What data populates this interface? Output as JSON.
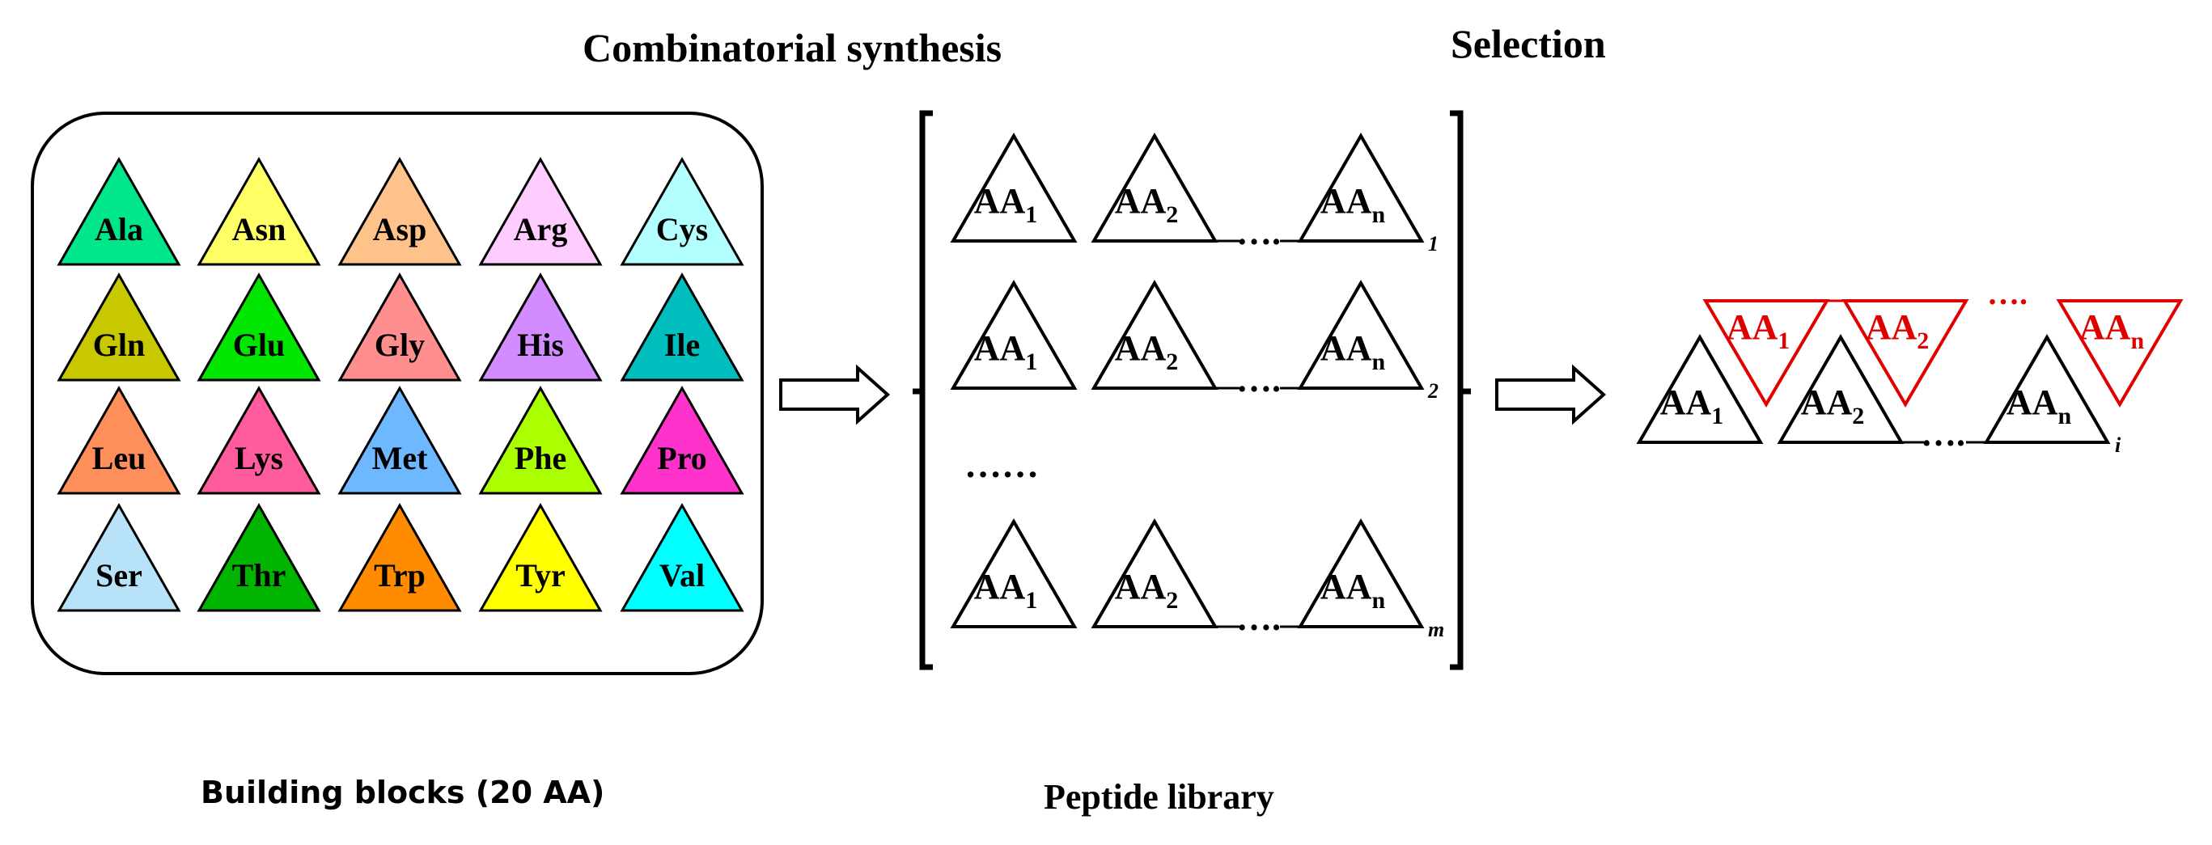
{
  "titles": {
    "synthesis": "Combinatorial synthesis",
    "selection": "Selection"
  },
  "captions": {
    "building_blocks": "Building blocks (20 AA)",
    "library": "Peptide library"
  },
  "amino_acids": [
    {
      "label": "Ala",
      "color": "#00E68A"
    },
    {
      "label": "Asn",
      "color": "#FFFF66"
    },
    {
      "label": "Asp",
      "color": "#FFC28A"
    },
    {
      "label": "Arg",
      "color": "#FFCCFF"
    },
    {
      "label": "Cys",
      "color": "#B3FFFF"
    },
    {
      "label": "Gln",
      "color": "#C8C800"
    },
    {
      "label": "Glu",
      "color": "#00E600"
    },
    {
      "label": "Gly",
      "color": "#FF8F8F"
    },
    {
      "label": "His",
      "color": "#D28CFF"
    },
    {
      "label": "Ile",
      "color": "#00BEBE"
    },
    {
      "label": "Leu",
      "color": "#FF8F5A"
    },
    {
      "label": "Lys",
      "color": "#FF5C9E"
    },
    {
      "label": "Met",
      "color": "#6EB8FF"
    },
    {
      "label": "Phe",
      "color": "#AAFF00"
    },
    {
      "label": "Pro",
      "color": "#FF33CC"
    },
    {
      "label": "Ser",
      "color": "#B8E2F8"
    },
    {
      "label": "Thr",
      "color": "#00B400"
    },
    {
      "label": "Trp",
      "color": "#FF8C00"
    },
    {
      "label": "Tyr",
      "color": "#FFFF00"
    },
    {
      "label": "Val",
      "color": "#00FFFF"
    }
  ],
  "residue": {
    "base": "AA",
    "subscripts": [
      "1",
      "2",
      "n"
    ]
  },
  "library": {
    "row_indices": [
      "1",
      "2",
      "m"
    ],
    "ellipsis": "……",
    "dots": "…."
  },
  "selection": {
    "index": "i",
    "dots": "….",
    "highlight_color": "#E00000",
    "highlight_dots": "…."
  }
}
